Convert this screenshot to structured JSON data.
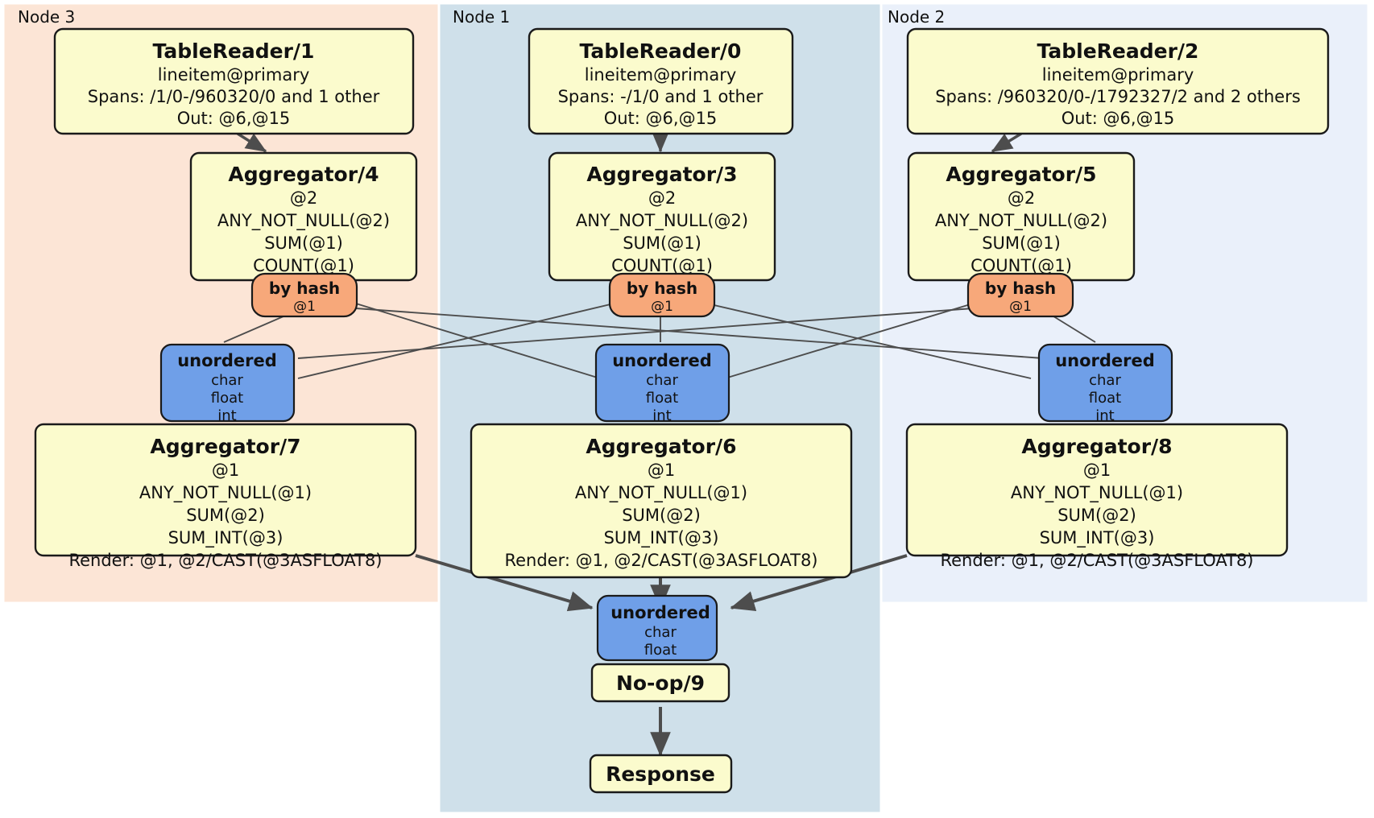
{
  "diagram": {
    "type": "distributed-query-execution-plan",
    "colors": {
      "node3_panel": "#fce5d6",
      "node1_panel": "#cfe0ea",
      "node2_panel": "#eaf0fa",
      "processor_box": "#fbfbcd",
      "router_box": "#f7a87a",
      "receiver_box": "#6f9fe8",
      "edge": "#4d4d4d",
      "border": "#1a1a1a"
    },
    "panels": [
      {
        "id": "node3",
        "label": "Node 3"
      },
      {
        "id": "node1",
        "label": "Node 1"
      },
      {
        "id": "node2",
        "label": "Node 2"
      }
    ],
    "processors": {
      "tablereader_1": {
        "title": "TableReader/1",
        "lines": [
          "lineitem@primary",
          "Spans: /1/0-/960320/0 and 1 other",
          "Out: @6,@15"
        ]
      },
      "tablereader_0": {
        "title": "TableReader/0",
        "lines": [
          "lineitem@primary",
          "Spans: -/1/0 and 1 other",
          "Out: @6,@15"
        ]
      },
      "tablereader_2": {
        "title": "TableReader/2",
        "lines": [
          "lineitem@primary",
          "Spans: /960320/0-/1792327/2 and 2 others",
          "Out: @6,@15"
        ]
      },
      "aggregator_4": {
        "title": "Aggregator/4",
        "lines": [
          "@2",
          "ANY_NOT_NULL(@2)",
          "SUM(@1)",
          "COUNT(@1)"
        ]
      },
      "aggregator_3": {
        "title": "Aggregator/3",
        "lines": [
          "@2",
          "ANY_NOT_NULL(@2)",
          "SUM(@1)",
          "COUNT(@1)"
        ]
      },
      "aggregator_5": {
        "title": "Aggregator/5",
        "lines": [
          "@2",
          "ANY_NOT_NULL(@2)",
          "SUM(@1)",
          "COUNT(@1)"
        ]
      },
      "aggregator_7": {
        "title": "Aggregator/7",
        "lines": [
          "@1",
          "ANY_NOT_NULL(@1)",
          "SUM(@2)",
          "SUM_INT(@3)",
          "Render: @1, @2/CAST(@3ASFLOAT8)"
        ]
      },
      "aggregator_6": {
        "title": "Aggregator/6",
        "lines": [
          "@1",
          "ANY_NOT_NULL(@1)",
          "SUM(@2)",
          "SUM_INT(@3)",
          "Render: @1, @2/CAST(@3ASFLOAT8)"
        ]
      },
      "aggregator_8": {
        "title": "Aggregator/8",
        "lines": [
          "@1",
          "ANY_NOT_NULL(@1)",
          "SUM(@2)",
          "SUM_INT(@3)",
          "Render: @1, @2/CAST(@3ASFLOAT8)"
        ]
      },
      "noop_9": {
        "title": "No-op/9",
        "lines": []
      },
      "response": {
        "title": "Response",
        "lines": []
      }
    },
    "routers": {
      "by_hash_left": {
        "title": "by hash",
        "lines": [
          "@1"
        ]
      },
      "by_hash_center": {
        "title": "by hash",
        "lines": [
          "@1"
        ]
      },
      "by_hash_right": {
        "title": "by hash",
        "lines": [
          "@1"
        ]
      }
    },
    "receivers": {
      "unordered_left": {
        "title": "unordered",
        "lines": [
          "char",
          "float",
          "int"
        ]
      },
      "unordered_center": {
        "title": "unordered",
        "lines": [
          "char",
          "float",
          "int"
        ]
      },
      "unordered_right": {
        "title": "unordered",
        "lines": [
          "char",
          "float",
          "int"
        ]
      },
      "unordered_final": {
        "title": "unordered",
        "lines": [
          "char",
          "float"
        ]
      }
    }
  }
}
